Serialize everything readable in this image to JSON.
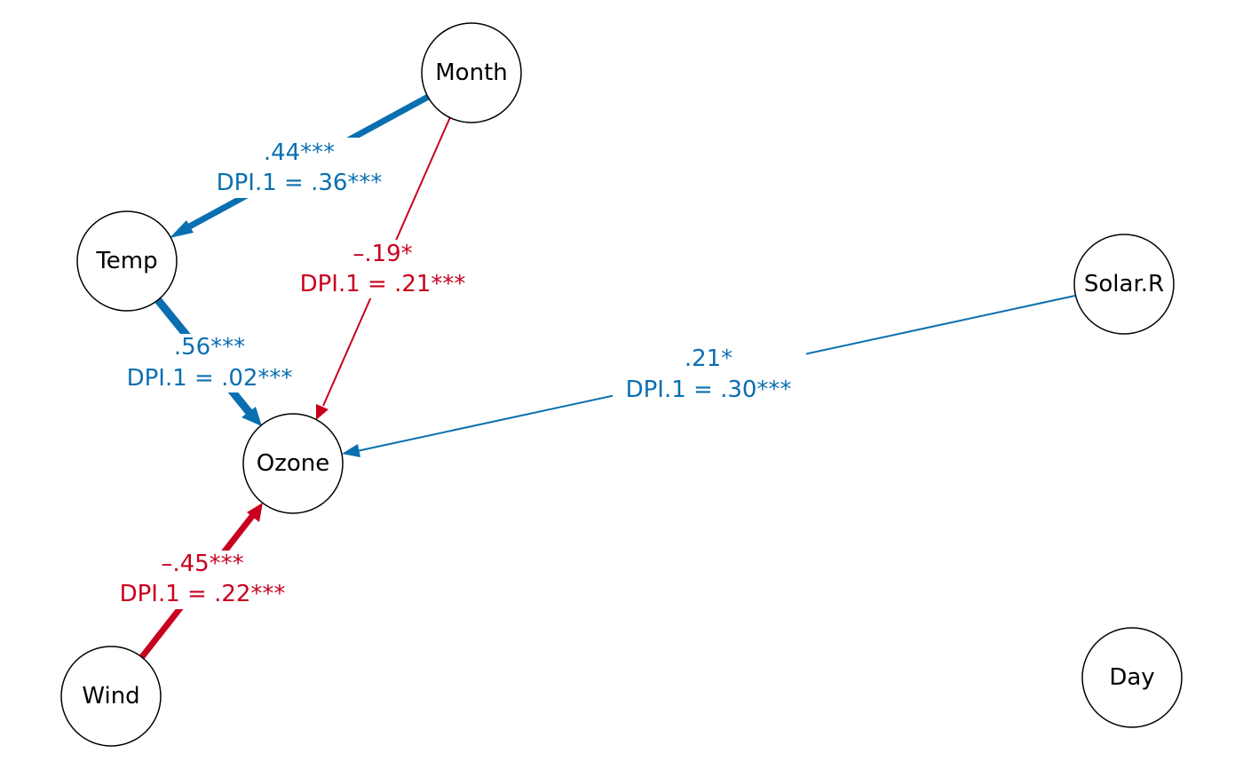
{
  "diagram": {
    "colors": {
      "positive": "#0a6fb0",
      "negative": "#c8001e",
      "node_stroke": "#000000"
    },
    "nodes": [
      {
        "id": "month",
        "label": "Month"
      },
      {
        "id": "temp",
        "label": "Temp"
      },
      {
        "id": "solar",
        "label": "Solar.R"
      },
      {
        "id": "ozone",
        "label": "Ozone"
      },
      {
        "id": "wind",
        "label": "Wind"
      },
      {
        "id": "day",
        "label": "Day"
      }
    ],
    "edges": [
      {
        "id": "month-temp",
        "from": "month",
        "to": "temp",
        "sign": "positive",
        "weight": ".44***",
        "dpi": "DPI.1 = .36***"
      },
      {
        "id": "month-ozone",
        "from": "month",
        "to": "ozone",
        "sign": "negative",
        "weight": "–.19*",
        "dpi": "DPI.1 = .21***"
      },
      {
        "id": "temp-ozone",
        "from": "temp",
        "to": "ozone",
        "sign": "positive",
        "weight": ".56***",
        "dpi": "DPI.1 = .02***"
      },
      {
        "id": "solar-ozone",
        "from": "solar",
        "to": "ozone",
        "sign": "positive",
        "weight": ".21*",
        "dpi": "DPI.1 = .30***"
      },
      {
        "id": "wind-ozone",
        "from": "wind",
        "to": "ozone",
        "sign": "negative",
        "weight": "–.45***",
        "dpi": "DPI.1 = .22***"
      }
    ]
  }
}
